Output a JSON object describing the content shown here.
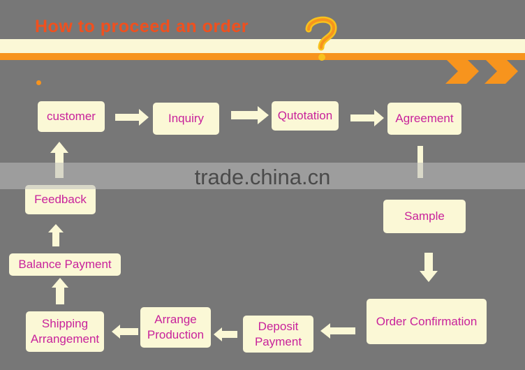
{
  "title": "How to proceed an order",
  "watermark": "trade.china.cn",
  "steps": {
    "customer": "customer",
    "inquiry": "Inquiry",
    "quotation": "Qutotation",
    "agreement": "Agreement",
    "sample": "Sample",
    "order_confirmation": "Order Confirmation",
    "deposit_payment": [
      "Deposit",
      "Payment"
    ],
    "arrange_production": [
      "Arrange",
      "Production"
    ],
    "shipping_arrangement": [
      "Shipping",
      "Arrangement"
    ],
    "balance_payment": "Balance Payment",
    "feedback": "Feedback"
  },
  "colors": {
    "background": "#777777",
    "title": "#f0501e",
    "accent": "#f7941d",
    "box": "#fbf8d6",
    "box_text": "#c8229b"
  }
}
